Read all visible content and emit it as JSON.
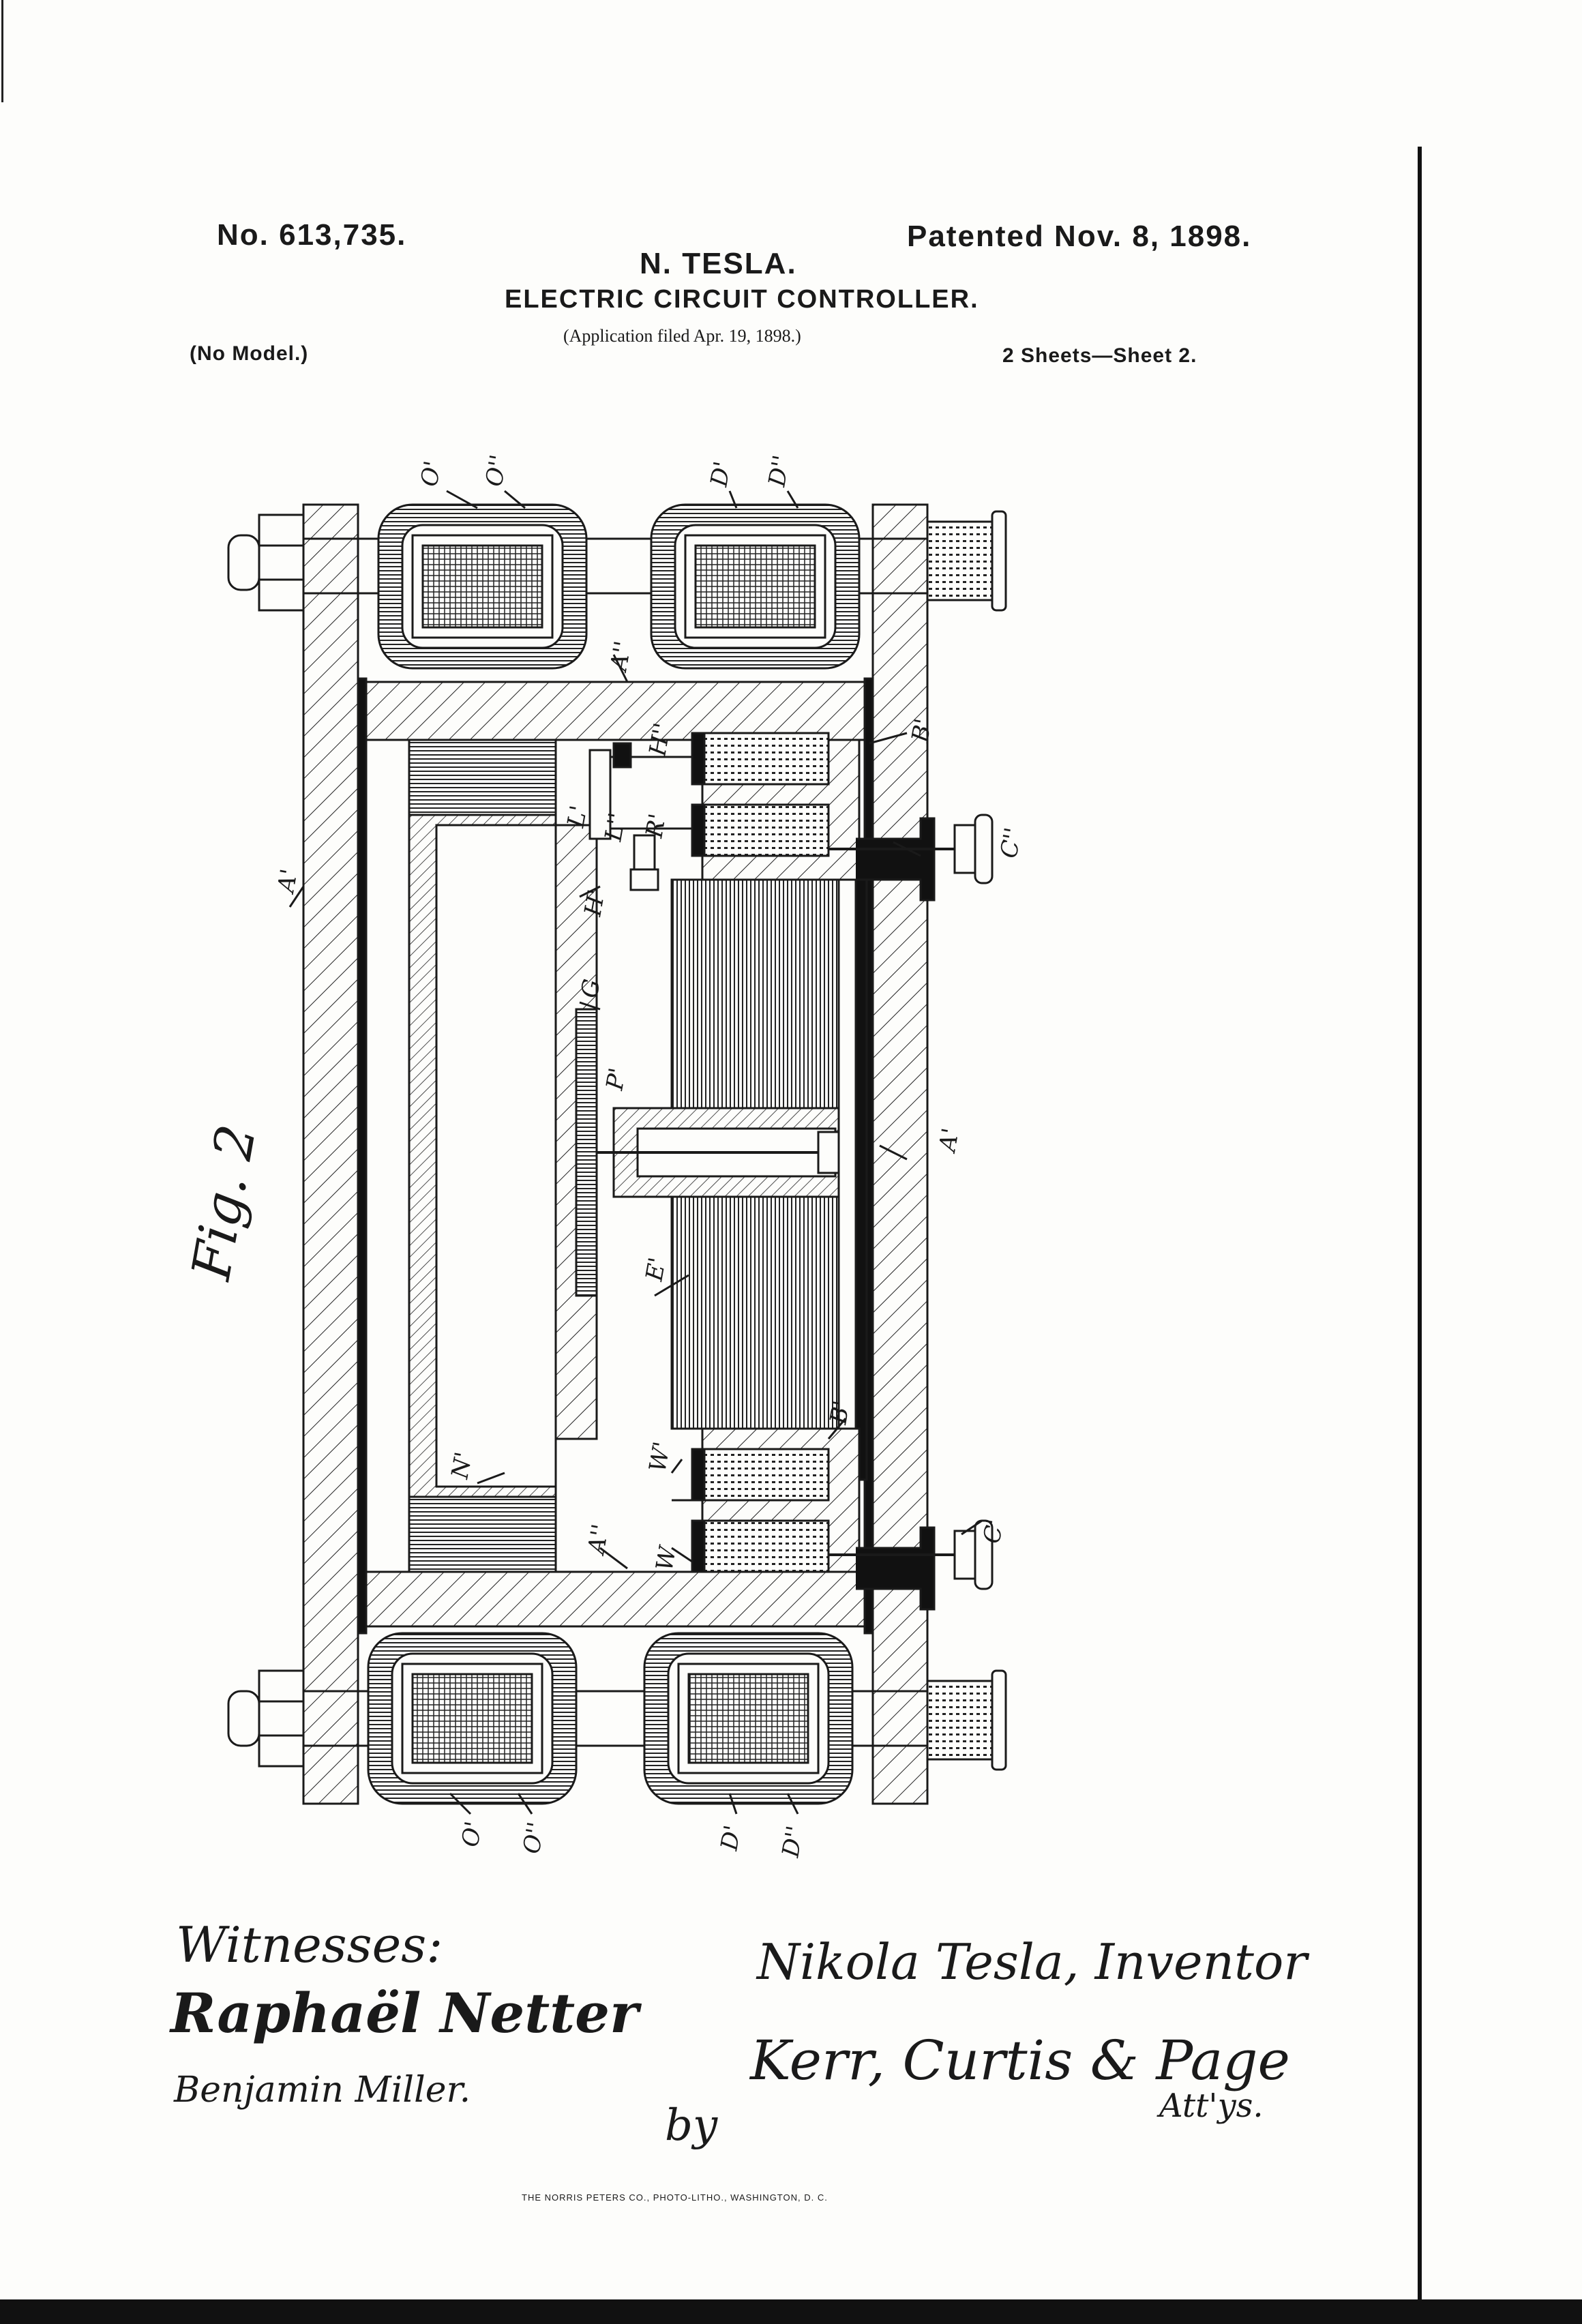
{
  "header": {
    "patent_no": "No. 613,735.",
    "patented": "Patented Nov. 8, 1898.",
    "inventor_name": "N. TESLA.",
    "title": "ELECTRIC CIRCUIT CONTROLLER.",
    "application": "(Application filed Apr. 19, 1898.)",
    "model": "(No Model.)",
    "sheets": "2 Sheets—Sheet 2."
  },
  "figure": {
    "caption": "Fig. 2",
    "labels": {
      "O1_top": "O'",
      "O2_top": "O''",
      "D1_top": "D'",
      "D2_top": "D''",
      "A2_top": "A''",
      "B1_top": "B'",
      "H2": "H''",
      "L1": "L'",
      "L2": "L''",
      "R1": "R'",
      "C2_top": "C''",
      "H1": "H'",
      "A1_left": "A'",
      "G": "G",
      "P1": "P'",
      "A1_right": "A'",
      "E1": "E'",
      "B1_bottom": "B'",
      "W1": "W'",
      "N1": "N'",
      "W": "W",
      "A2_bottom": "A''",
      "C1_bottom": "C'",
      "O1_bottom": "O'",
      "O2_bottom": "O''",
      "D1_bottom": "D'",
      "D2_bottom": "D''"
    }
  },
  "signatures": {
    "witnesses_label": "Witnesses:",
    "witness_1": "Raphaël Netter",
    "witness_2": "Benjamin Miller.",
    "inventor": "Nikola Tesla, Inventor",
    "by": "by",
    "attorneys": "Kerr, Curtis & Page",
    "attys": "Att'ys."
  },
  "footer": "THE NORRIS PETERS CO., PHOTO-LITHO., WASHINGTON, D. C."
}
